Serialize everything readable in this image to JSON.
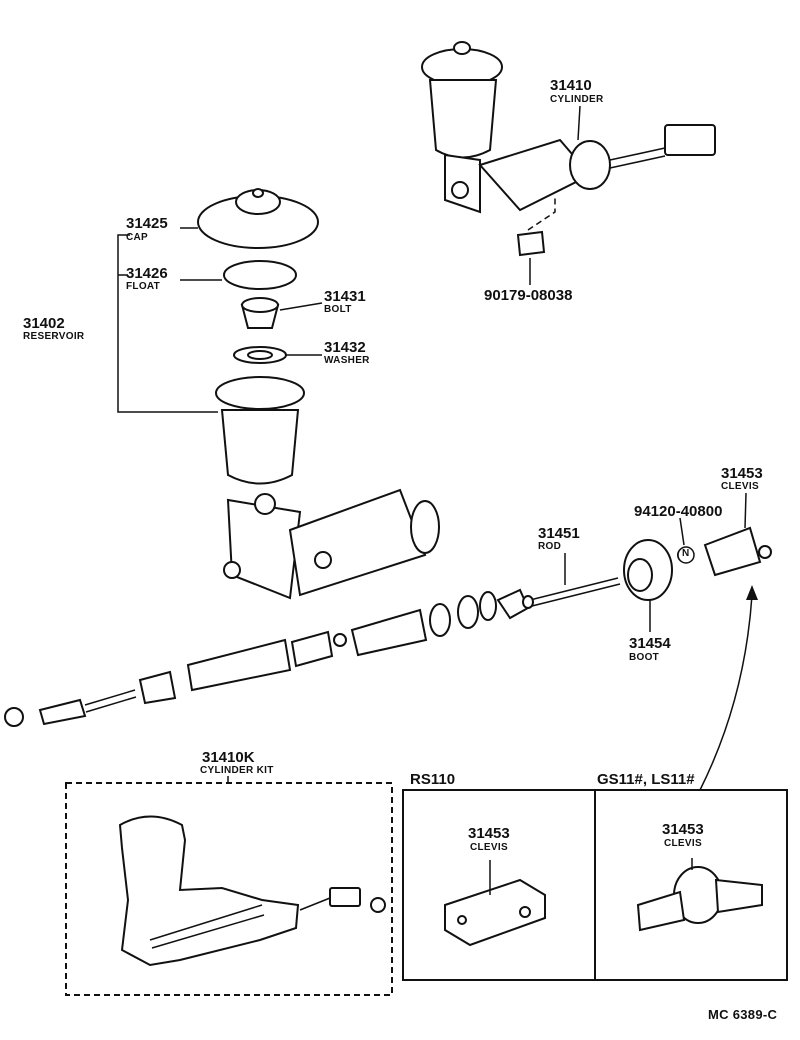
{
  "labels": {
    "p31425": {
      "number": "31425",
      "name": "CAP"
    },
    "p31426": {
      "number": "31426",
      "name": "FLOAT"
    },
    "p31402": {
      "number": "31402",
      "name": "RESERVOIR"
    },
    "p31431": {
      "number": "31431",
      "name": "BOLT"
    },
    "p31432": {
      "number": "31432",
      "name": "WASHER"
    },
    "p31410": {
      "number": "31410",
      "name": "CYLINDER"
    },
    "p90179": {
      "number": "90179-08038"
    },
    "p31451": {
      "number": "31451",
      "name": "ROD"
    },
    "p94120": {
      "number": "94120-40800"
    },
    "p31453": {
      "number": "31453",
      "name": "CLEVIS"
    },
    "p31454": {
      "number": "31454",
      "name": "BOOT"
    },
    "kit": {
      "number": "31410K",
      "name": "CYLINDER KIT"
    },
    "rs110": {
      "title": "RS110",
      "number": "31453",
      "name": "CLEVIS"
    },
    "gs11": {
      "title": "GS11#, LS11#",
      "number": "31453",
      "name": "CLEVIS"
    }
  },
  "nut_marker": "N",
  "reference": "MC  6389-C"
}
